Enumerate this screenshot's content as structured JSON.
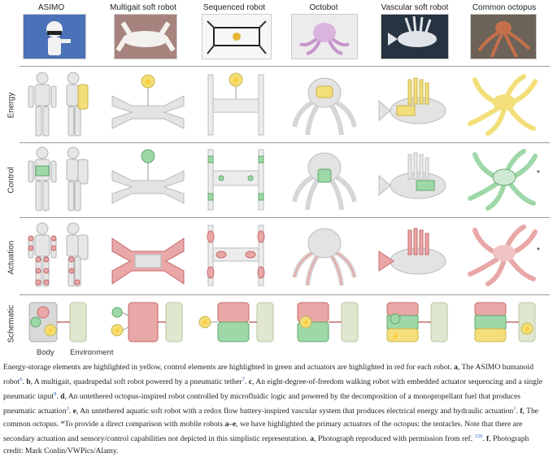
{
  "columns": [
    {
      "label": "ASIMO"
    },
    {
      "label": "Multigait soft robot"
    },
    {
      "label": "Sequenced robot"
    },
    {
      "label": "Octobot"
    },
    {
      "label": "Vascular soft robot"
    },
    {
      "label": "Common octopus"
    }
  ],
  "rows": [
    {
      "label": "Energy"
    },
    {
      "label": "Control"
    },
    {
      "label": "Actuation"
    },
    {
      "label": "Schematic"
    }
  ],
  "schematic": {
    "body_label": "Body",
    "environment_label": "Environment"
  },
  "asterisk": "*",
  "colors": {
    "energy": "#f3df7a",
    "control": "#9fd8a8",
    "actuation": "#e9a7a7",
    "robot_gray": "#d9d9d9",
    "environment": "#dfe8cf"
  },
  "caption": {
    "p1": "Energy-storage elements are highlighted in yellow, control elements are highlighted in green and actuators are highlighted in red for each robot. ",
    "a_label": "a",
    "a_text": ", The ASIMO humanoid robot",
    "a_ref": "6",
    "b_label": "b",
    "b_text": ", A multigait, quadrupedal soft robot powered by a pneumatic tether",
    "b_ref": "7",
    "c_label": "c",
    "c_text": ", An eight-degree-of-freedom walking robot with embedded actuator sequencing and a single pneumatic input",
    "c_ref": "8",
    "d_label": "d",
    "d_text": ", An untethered octopus-inspired robot controlled by microfluidic logic and powered by the decomposition of a monopropellant fuel that produces pneumatic actuation",
    "d_ref": "3",
    "e_label": "e",
    "e_text": ", An untethered aquatic soft robot with a redox flow battery-inspired vascular system that produces electrical energy and hydraulic actuation",
    "e_ref": "1",
    "f_label": "f",
    "f_text": ", The common octopus. *To provide a direct comparison with mobile robots ",
    "ae_label": "a–e",
    "ae_text": ", we have highlighted the primary actuators of the octopus: the tentacles. Note that there are secondary actuation and sensory/control capabilities not depicted in this simplistic representation. ",
    "a2_label": "a",
    "a2_text": ", Photograph reproduced with permission from ref. ",
    "a2_ref": "150",
    "f2_label": "f",
    "f2_text": ", Photograph credit: Mark Conlin/VWPics/Alamy."
  }
}
